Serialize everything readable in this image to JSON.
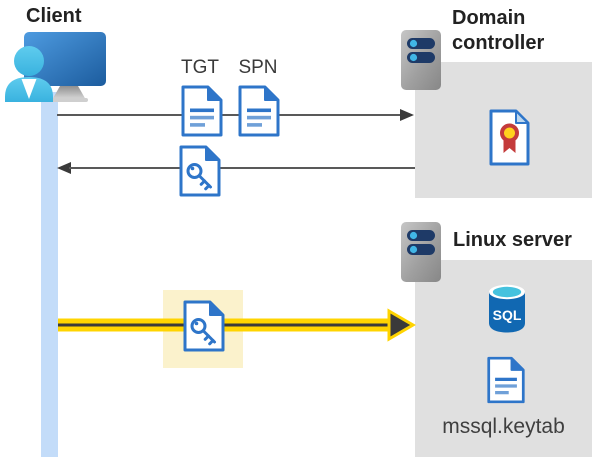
{
  "labels": {
    "client": "Client",
    "tgt": "TGT",
    "spn": "SPN",
    "domain_controller": "Domain controller",
    "linux_server": "Linux server",
    "sql": "SQL",
    "keytab_file": "mssql.keytab"
  },
  "icons": {
    "client": "client-computer-user-icon",
    "domain_controller": "server-icon",
    "linux_server": "server-icon",
    "tgt": "document-icon",
    "spn": "document-icon",
    "ticket_returned": "key-document-icon",
    "ticket_sent": "key-document-icon",
    "certificate": "certificate-document-icon",
    "database": "sql-database-icon",
    "keytab": "document-icon"
  },
  "colors": {
    "document_blue": "#2E75C9",
    "document_line_light_blue": "#6FA0D8",
    "client_line_blue": "#C3DCF9",
    "container_gray": "#E0E0E0",
    "highlight_yellow": "#FBF2CC",
    "arrow_gray": "#595959",
    "arrowhead_dark": "#3A3A3A",
    "arrow_yellow": "#FFD400",
    "sql_body_blue": "#1168B2",
    "sql_top_cyan": "#45C2DE",
    "server_slot_navy": "#1E3A67",
    "server_led_blue": "#41B6E6",
    "certificate_seal_yellow": "#FFD21E",
    "certificate_ribbon_red": "#C43B3B",
    "certificate_fold_blue": "#BDD7EE",
    "monitor_blue": "#2E75C9",
    "person_cyan": "#49C0E8"
  }
}
